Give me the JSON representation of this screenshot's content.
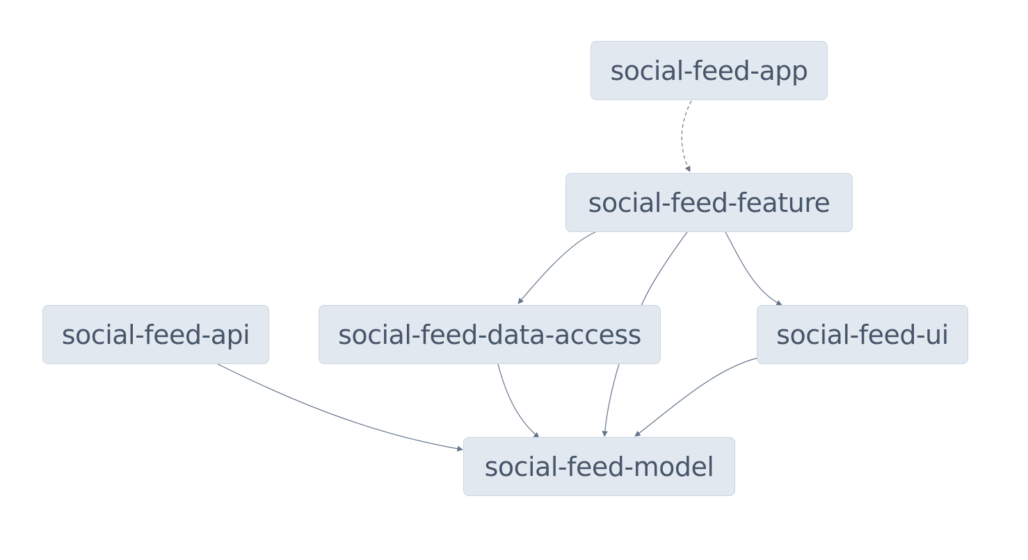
{
  "diagram": {
    "nodes": [
      {
        "id": "app",
        "label": "social-feed-app"
      },
      {
        "id": "feature",
        "label": "social-feed-feature"
      },
      {
        "id": "api",
        "label": "social-feed-api"
      },
      {
        "id": "data_access",
        "label": "social-feed-data-access"
      },
      {
        "id": "ui",
        "label": "social-feed-ui"
      },
      {
        "id": "model",
        "label": "social-feed-model"
      }
    ],
    "edges": [
      {
        "from": "app",
        "to": "feature",
        "style": "dashed"
      },
      {
        "from": "feature",
        "to": "data_access",
        "style": "solid"
      },
      {
        "from": "feature",
        "to": "model",
        "style": "solid"
      },
      {
        "from": "feature",
        "to": "ui",
        "style": "solid"
      },
      {
        "from": "api",
        "to": "model",
        "style": "solid"
      },
      {
        "from": "data_access",
        "to": "model",
        "style": "solid"
      },
      {
        "from": "ui",
        "to": "model",
        "style": "solid"
      }
    ],
    "colors": {
      "node_fill": "#e2e8f0",
      "node_border": "#cbd5e1",
      "node_text": "#475569",
      "edge": "#64748b"
    }
  }
}
